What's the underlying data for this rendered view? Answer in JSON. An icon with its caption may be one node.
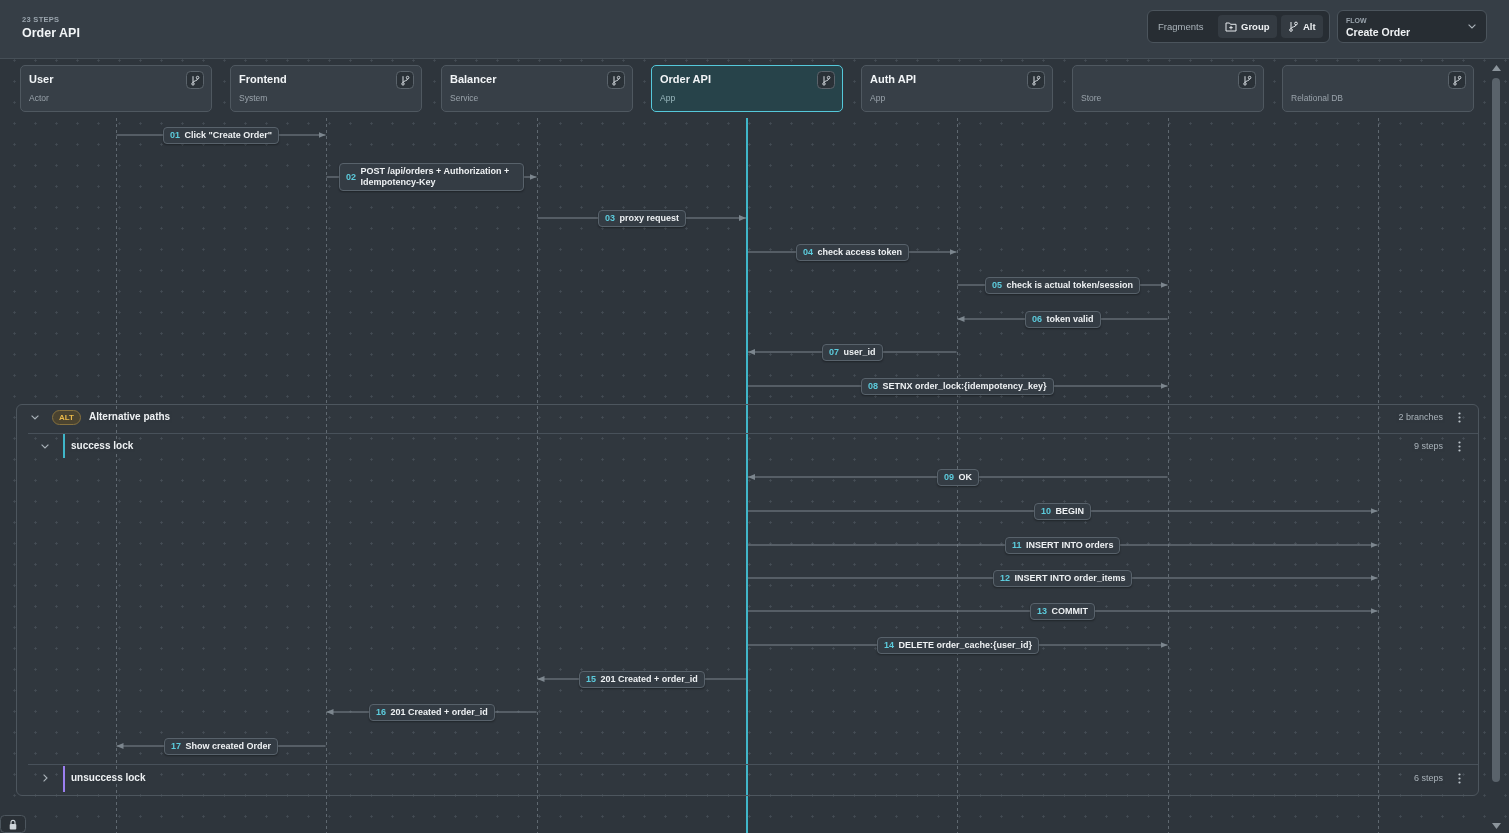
{
  "diagram": {
    "title": "Order API",
    "nodes": [
      {
        "text": [
          "User",
          "Actor"
        ]
      },
      {
        "text": [
          "Frontend",
          "System"
        ]
      },
      {
        "text": [
          "Balancer",
          "Service"
        ]
      },
      {
        "text": [
          "Order API",
          "App"
        ]
      },
      {
        "text": [
          "Auth API",
          "App"
        ]
      },
      {
        "text": [
          "Store"
        ]
      },
      {
        "text": [
          "Relational DB"
        ]
      },
      {
        "text": [],
        "shape": "line"
      },
      {
        "text": [],
        "shape": "line"
      },
      {
        "text": [],
        "shape": "line"
      },
      {
        "text": [],
        "shape": "line"
      },
      {
        "text": [],
        "shape": "line"
      },
      {
        "text": [],
        "shape": "line"
      },
      {
        "text": [],
        "shape": "line"
      },
      {
        "text": [
          "ALT",
          "Alternative paths",
          "2 branches"
        ]
      },
      {
        "text": [
          "success lock",
          "9 steps"
        ],
        "in": 14
      },
      {
        "text": [
          "unsuccess lock",
          "6 steps"
        ],
        "in": 14
      }
    ],
    "edges": [
      {
        "from": 7,
        "to": 8,
        "arrow": "to",
        "label": "01 Click \"Create Order\""
      },
      {
        "from": 8,
        "to": 9,
        "arrow": "to",
        "label": "02 POST /api/orders + Authorization + Idempotency-Key"
      },
      {
        "from": 9,
        "to": 10,
        "arrow": "to",
        "label": "03 proxy request"
      },
      {
        "from": 10,
        "to": 11,
        "arrow": "to",
        "label": "04 check access token"
      },
      {
        "from": 11,
        "to": 12,
        "arrow": "to",
        "label": "05 check is actual token/session"
      },
      {
        "from": 12,
        "to": 11,
        "arrow": "to",
        "label": "06 token valid"
      },
      {
        "from": 11,
        "to": 10,
        "arrow": "to",
        "label": "07 user_id"
      },
      {
        "from": 10,
        "to": 12,
        "arrow": "to",
        "label": "08 SETNX order_lock:{idempotency_key}"
      },
      {
        "from": 12,
        "to": 10,
        "arrow": "to",
        "label": "09 OK"
      },
      {
        "from": 10,
        "to": 13,
        "arrow": "to",
        "label": "10 BEGIN"
      },
      {
        "from": 10,
        "to": 13,
        "arrow": "to",
        "label": "11 INSERT INTO orders"
      },
      {
        "from": 10,
        "to": 13,
        "arrow": "to",
        "label": "12 INSERT INTO order_items"
      },
      {
        "from": 10,
        "to": 13,
        "arrow": "to",
        "label": "13 COMMIT"
      },
      {
        "from": 10,
        "to": 12,
        "arrow": "to",
        "label": "14 DELETE order_cache:{user_id}"
      },
      {
        "from": 10,
        "to": 9,
        "arrow": "to",
        "label": "15 201 Created + order_id"
      },
      {
        "from": 9,
        "to": 8,
        "arrow": "to",
        "label": "16 201 Created + order_id"
      },
      {
        "from": 8,
        "to": 7,
        "arrow": "to",
        "label": "17 Show created Order"
      }
    ],
    "labels": [
      "23 STEPS",
      "Fragments",
      "Group",
      "Alt",
      "FLOW",
      "Create Order"
    ]
  }
}
